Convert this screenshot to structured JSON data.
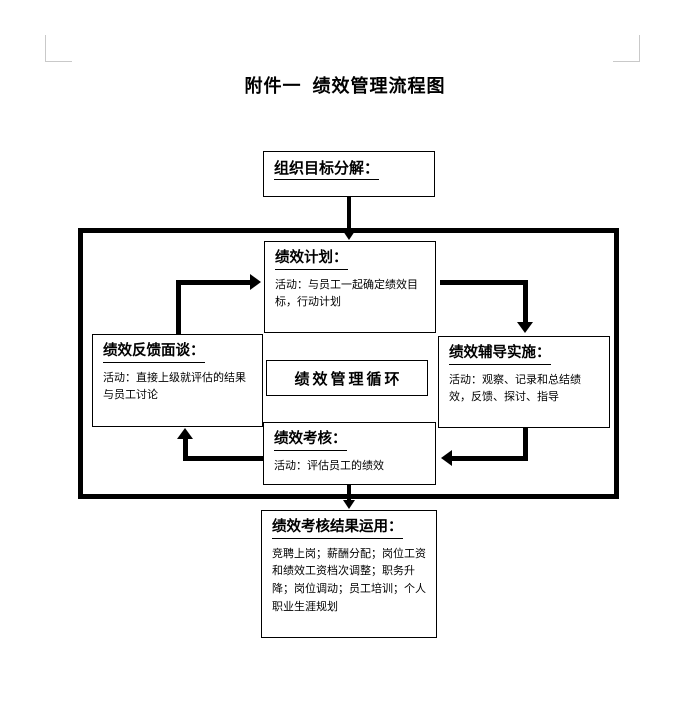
{
  "document": {
    "title": "附件一  绩效管理流程图",
    "page_marks": [
      "top-left-margin-mark",
      "top-right-margin-mark"
    ]
  },
  "diagram": {
    "cycle_label": "绩效管理循环",
    "frame_name": "绩效管理循环外框",
    "nodes": {
      "org_goal": {
        "heading": "组织目标分解：",
        "body": ""
      },
      "plan": {
        "heading": "绩效计划：",
        "body": "活动：与员工一起确定绩效目标，行动计划"
      },
      "feedback": {
        "heading": "绩效反馈面谈：",
        "body": "活动：直接上级就评估的结果与员工讨论"
      },
      "coaching": {
        "heading": "绩效辅导实施：",
        "body": "活动：观察、记录和总结绩效，反馈、探讨、指导"
      },
      "appraisal": {
        "heading": "绩效考核：",
        "body": "活动：评估员工的绩效"
      },
      "result_use": {
        "heading": "绩效考核结果运用：",
        "body": "竞聘上岗；薪酬分配；岗位工资和绩效工资档次调整；职务升降；岗位调动；员工培训；个人职业生涯规划"
      }
    },
    "connectors": [
      "组织目标分解 → 绩效计划",
      "绩效反馈面谈 → 绩效计划",
      "绩效计划 → 绩效辅导实施",
      "绩效辅导实施 → 绩效考核",
      "绩效考核 → 绩效反馈面谈",
      "绩效考核 → 绩效考核结果运用"
    ]
  },
  "colors": {
    "ink": "#000000",
    "page": "#ffffff",
    "margin_mark": "#c9c9c9"
  }
}
